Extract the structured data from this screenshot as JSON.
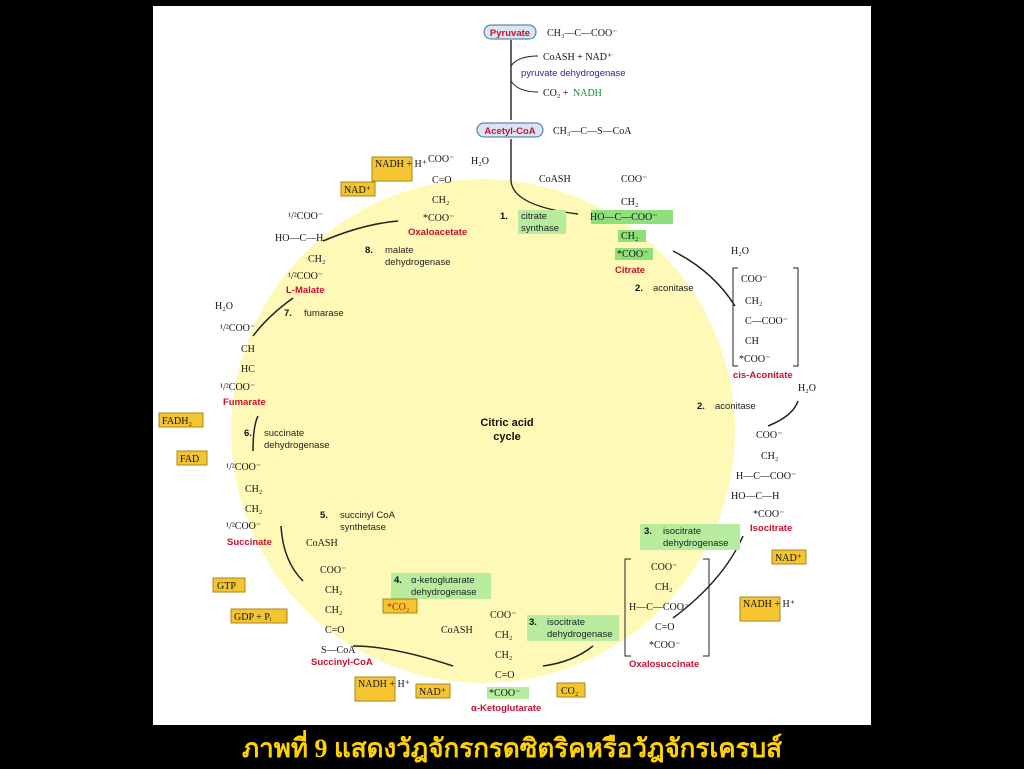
{
  "caption": "ภาพที่ 9 แสดงวัฎจักรกรดซิตริคหรือวัฎจักรเครบส์",
  "top": {
    "pyruvate": "Pyruvate",
    "pyruvate_formula": "CH₃—C—COO⁻",
    "coash_nad": "CoASH + NAD⁺",
    "pdh": "pyruvate dehydrogenase",
    "co2_nadh_a": "CO₂ +",
    "co2_nadh_b": "NADH",
    "acetyl": "Acetyl-CoA",
    "acetyl_formula": "CH₃—C—S—CoA"
  },
  "center": {
    "line1": "Citric acid",
    "line2": "cycle"
  },
  "colors": {
    "bg": "#fff9b8",
    "green": "#8fe07a",
    "yellow": "#f5c531",
    "red": "#c8102e"
  },
  "steps": [
    {
      "num": "1.",
      "a": "citrate",
      "b": "synthase"
    },
    {
      "num": "2.",
      "a": "aconitase",
      "b": ""
    },
    {
      "num": "2.",
      "a": "aconitase",
      "b": ""
    },
    {
      "num": "3.",
      "a": "isocitrate",
      "b": "dehydrogenase"
    },
    {
      "num": "3.",
      "a": "isocitrate",
      "b": "dehydrogenase"
    },
    {
      "num": "4.",
      "a": "α-ketoglutarate",
      "b": "dehydrogenase"
    },
    {
      "num": "5.",
      "a": "succinyl CoA",
      "b": "synthetase"
    },
    {
      "num": "6.",
      "a": "succinate",
      "b": "dehydrogenase"
    },
    {
      "num": "7.",
      "a": "fumarase",
      "b": ""
    },
    {
      "num": "8.",
      "a": "malate",
      "b": "dehydrogenase"
    }
  ],
  "names": {
    "citrate": "Citrate",
    "cis_aconitate": "cis-Aconitate",
    "isocitrate": "Isocitrate",
    "oxalosuccinate": "Oxalosuccinate",
    "akg": "α-Ketoglutarate",
    "succinyl": "Succinyl-CoA",
    "succinate": "Succinate",
    "fumarate": "Fumarate",
    "malate": "L-Malate",
    "oxaloacetate": "Oxaloacetate"
  },
  "boxes": {
    "nadh_h": "NADH + H⁺",
    "nad": "NAD⁺",
    "fadh2": "FADH₂",
    "fad": "FAD",
    "gtp": "GTP",
    "gdp": "GDP + Pᵢ",
    "co2": "*CO₂",
    "co2b": "CO₂"
  },
  "small": {
    "h2o": "H₂O",
    "coash": "CoASH"
  }
}
